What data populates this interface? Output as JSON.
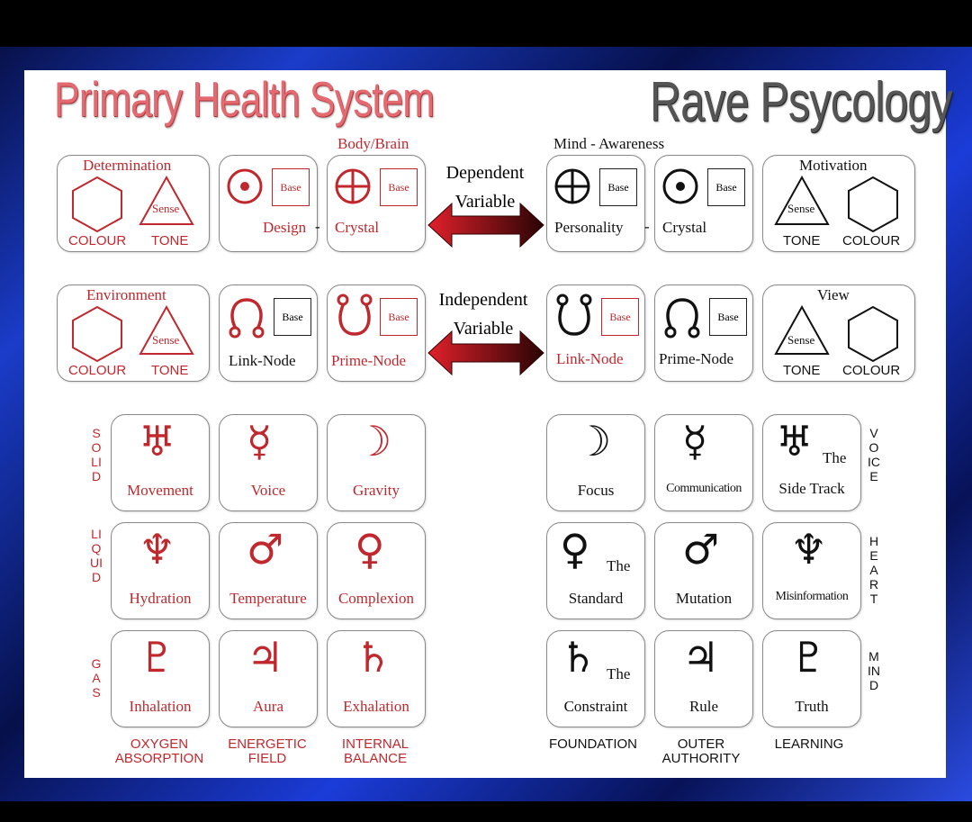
{
  "titles": {
    "left": "Primary Health System",
    "right": "Rave Psycology"
  },
  "headers": {
    "body_brain": "Body/Brain",
    "mind_awareness": "Mind - Awareness"
  },
  "arrows": {
    "dependent": [
      "Dependent",
      "Variable"
    ],
    "independent": [
      "Independent",
      "Variable"
    ]
  },
  "row1": {
    "left_card": {
      "title": "Determination",
      "colour": "COLOUR",
      "tone": "TONE",
      "sense": "Sense"
    },
    "design": {
      "base": "Base",
      "label": "Design"
    },
    "crystal_l": {
      "base": "Base",
      "label": "Crystal",
      "dash": "-"
    },
    "personality": {
      "base": "Base",
      "label": "Personality",
      "dash": "-"
    },
    "crystal_r": {
      "base": "Base",
      "label": "Crystal"
    },
    "right_card": {
      "title": "Motivation",
      "tone": "TONE",
      "colour": "COLOUR",
      "sense": "Sense"
    }
  },
  "row2": {
    "left_card": {
      "title": "Environment",
      "colour": "COLOUR",
      "tone": "TONE",
      "sense": "Sense"
    },
    "link_node_l": {
      "base": "Base",
      "label": "Link-Node"
    },
    "prime_node_l": {
      "base": "Base",
      "label": "Prime-Node"
    },
    "link_node_r": {
      "base": "Base",
      "label": "Link-Node"
    },
    "prime_node_r": {
      "base": "Base",
      "label": "Prime-Node"
    },
    "right_card": {
      "title": "View",
      "tone": "TONE",
      "colour": "COLOUR",
      "sense": "Sense"
    }
  },
  "left_grid": {
    "side_labels": [
      "SOLID",
      "LIQUID",
      "GAS"
    ],
    "cells": [
      {
        "symbol": "♅",
        "label": "Movement"
      },
      {
        "symbol": "☿",
        "label": "Voice"
      },
      {
        "symbol": "☽",
        "label": "Gravity"
      },
      {
        "symbol": "♆",
        "label": "Hydration"
      },
      {
        "symbol": "♂",
        "label": "Temperature"
      },
      {
        "symbol": "♀",
        "label": "Complexion"
      },
      {
        "symbol": "♇",
        "label": "Inhalation"
      },
      {
        "symbol": "♃",
        "label": "Aura"
      },
      {
        "symbol": "♄",
        "label": "Exhalation"
      }
    ],
    "bottom_labels": [
      "OXYGEN\nABSORPTION",
      "ENERGETIC\nFIELD",
      "INTERNAL\nBALANCE"
    ]
  },
  "right_grid": {
    "side_labels": [
      "VOICE",
      "HEART",
      "MIND"
    ],
    "cells": [
      {
        "symbol": "☽",
        "label": "Focus",
        "the": ""
      },
      {
        "symbol": "☿",
        "label": "Communication",
        "the": ""
      },
      {
        "symbol": "♅",
        "label": "Side Track",
        "the": "The"
      },
      {
        "symbol": "♀",
        "label": "Standard",
        "the": "The"
      },
      {
        "symbol": "♂",
        "label": "Mutation",
        "the": ""
      },
      {
        "symbol": "♆",
        "label": "Misinformation",
        "the": ""
      },
      {
        "symbol": "♄",
        "label": "Constraint",
        "the": "The"
      },
      {
        "symbol": "♃",
        "label": "Rule",
        "the": ""
      },
      {
        "symbol": "♇",
        "label": "Truth",
        "the": ""
      }
    ],
    "bottom_labels": [
      "FOUNDATION",
      "OUTER\nAUTHORITY",
      "LEARNING"
    ]
  },
  "colors": {
    "accent_red": "#c0282d",
    "dark": "#111111",
    "frame_blue": "#1a3cc9"
  }
}
